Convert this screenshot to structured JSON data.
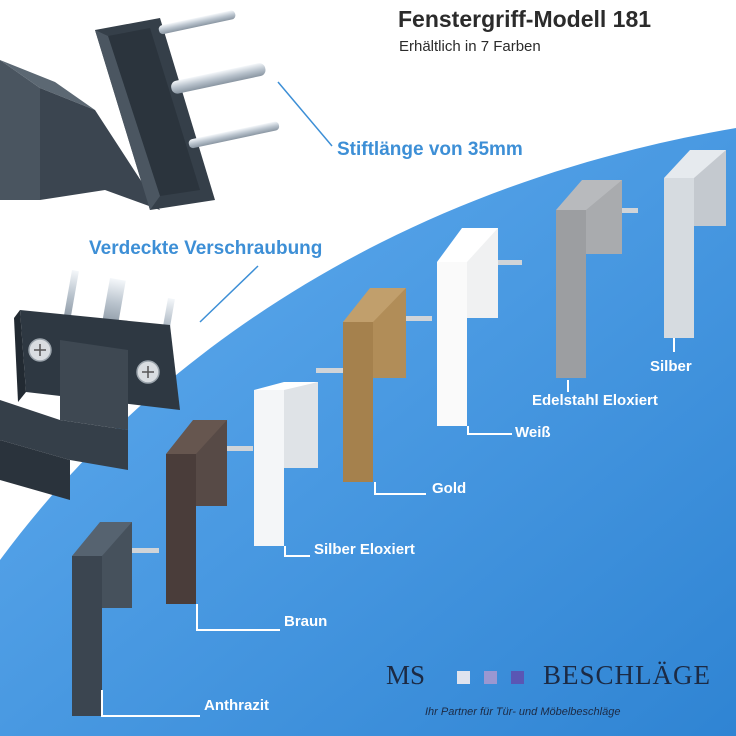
{
  "header": {
    "title": "Fenstergriff-Modell 181",
    "subtitle": "Erhältlich in 7 Farben"
  },
  "callouts": {
    "pin_length": "Stiftlänge von 35mm",
    "hidden_screws": "Verdeckte Verschraubung"
  },
  "handles": [
    {
      "label": "Anthrazit",
      "color": "#3b4550"
    },
    {
      "label": "Braun",
      "color": "#4a3d3a"
    },
    {
      "label": "Silber Eloxiert",
      "color": "#eef0f2"
    },
    {
      "label": "Gold",
      "color": "#a5814d"
    },
    {
      "label": "Weiß",
      "color": "#f7f7f7"
    },
    {
      "label": "Edelstahl Eloxiert",
      "color": "#9c9ea1"
    },
    {
      "label": "Silber",
      "color": "#cfd4d9"
    }
  ],
  "brand": {
    "name_left": "MS",
    "name_right": "BESCHLÄGE",
    "slogan": "Ihr Partner für Tür- und Möbelbeschläge",
    "square_colors": [
      "#dfe3ee",
      "#9a97d1",
      "#5a56b4"
    ]
  },
  "colors": {
    "accent_blue": "#3d8fd6",
    "background_blue": "#3f93dc"
  }
}
